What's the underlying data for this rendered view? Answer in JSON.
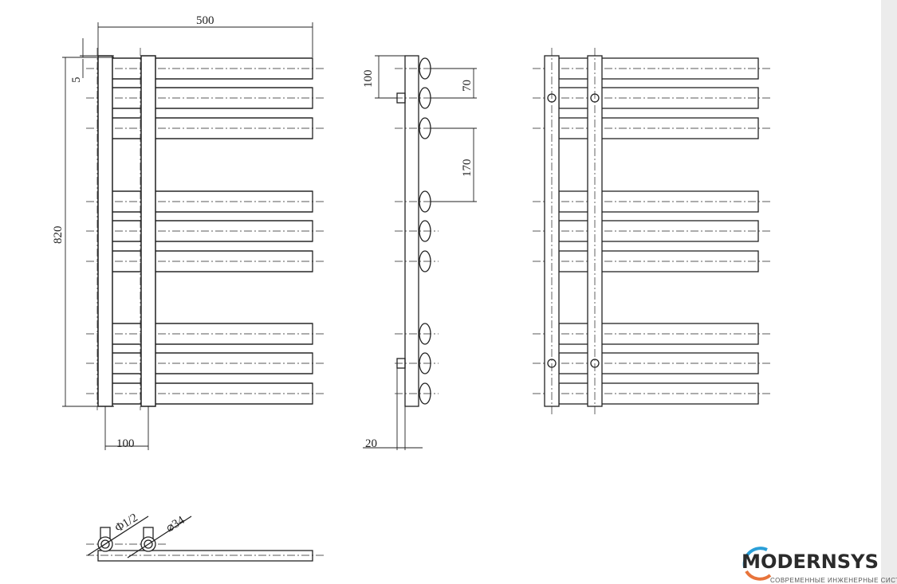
{
  "dimensions": {
    "width_total": "500",
    "offset_top": "5",
    "height_total": "820",
    "pipe_spacing": "100",
    "side_top": "100",
    "bar_gap": "70",
    "group_gap": "170",
    "depth": "20",
    "thread": "Φ1/2",
    "tube_diameter": "⌀34"
  },
  "logo": {
    "name": "MODERNSYS",
    "tagline": "СОВРЕМЕННЫЕ ИНЖЕНЕРНЫЕ СИСТЕМЫ",
    "ring_colors": [
      "#2a9fd8",
      "#e8743b"
    ]
  }
}
